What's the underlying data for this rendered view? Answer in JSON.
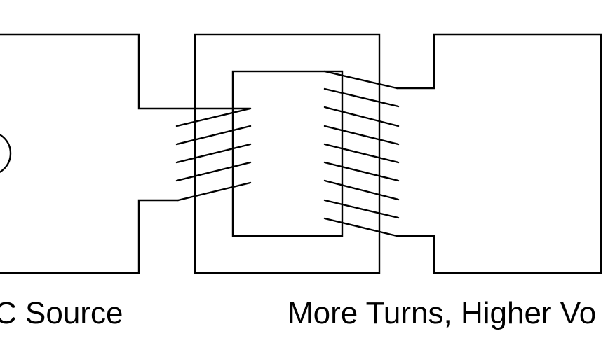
{
  "labels": {
    "primary": "C Source",
    "secondary": "More Turns, Higher Vo"
  },
  "colors": {
    "stroke": "#000000",
    "background": "#ffffff"
  },
  "coils": {
    "primary_turns": 5,
    "secondary_turns": 9
  }
}
